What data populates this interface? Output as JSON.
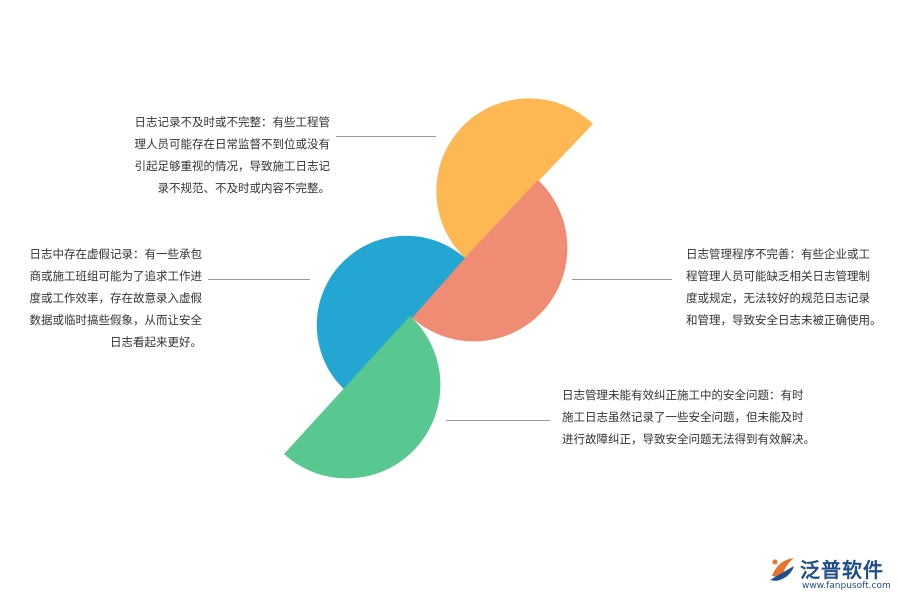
{
  "notes": {
    "top_left": "日志记录不及时或不完整：有些工程管\n理人员可能存在日常监督不到位或没有\n引起足够重视的情况，导致施工日志记\n录不规范、不及时或内容不完整。",
    "middle_left": "日志中存在虚假记录：有一些承包\n商或施工班组可能为了追求工作进\n度或工作效率，存在故意录入虚假\n数据或临时搞些假象，从而让安全\n日志看起来更好。",
    "right": "日志管理程序不完善：有些企业或工\n程管理人员可能缺乏相关日志管理制\n度或规定，无法较好的规范日志记录\n和管理，导致安全日志未被正确使用。",
    "bottom_right": "日志管理未能有效纠正施工中的安全问题：有时\n施工日志虽然记录了一些安全问题，但未能及时\n进行故障纠正，导致安全问题无法得到有效解决。"
  },
  "colors": {
    "yellow": "#FDB853",
    "salmon": "#F08C74",
    "blue": "#24A6D2",
    "green": "#58C890",
    "line": "#9A9A9A"
  },
  "logo": {
    "name": "泛普软件",
    "url": "www.fanpusoft.com",
    "icon": "fanpu-logo-icon"
  }
}
